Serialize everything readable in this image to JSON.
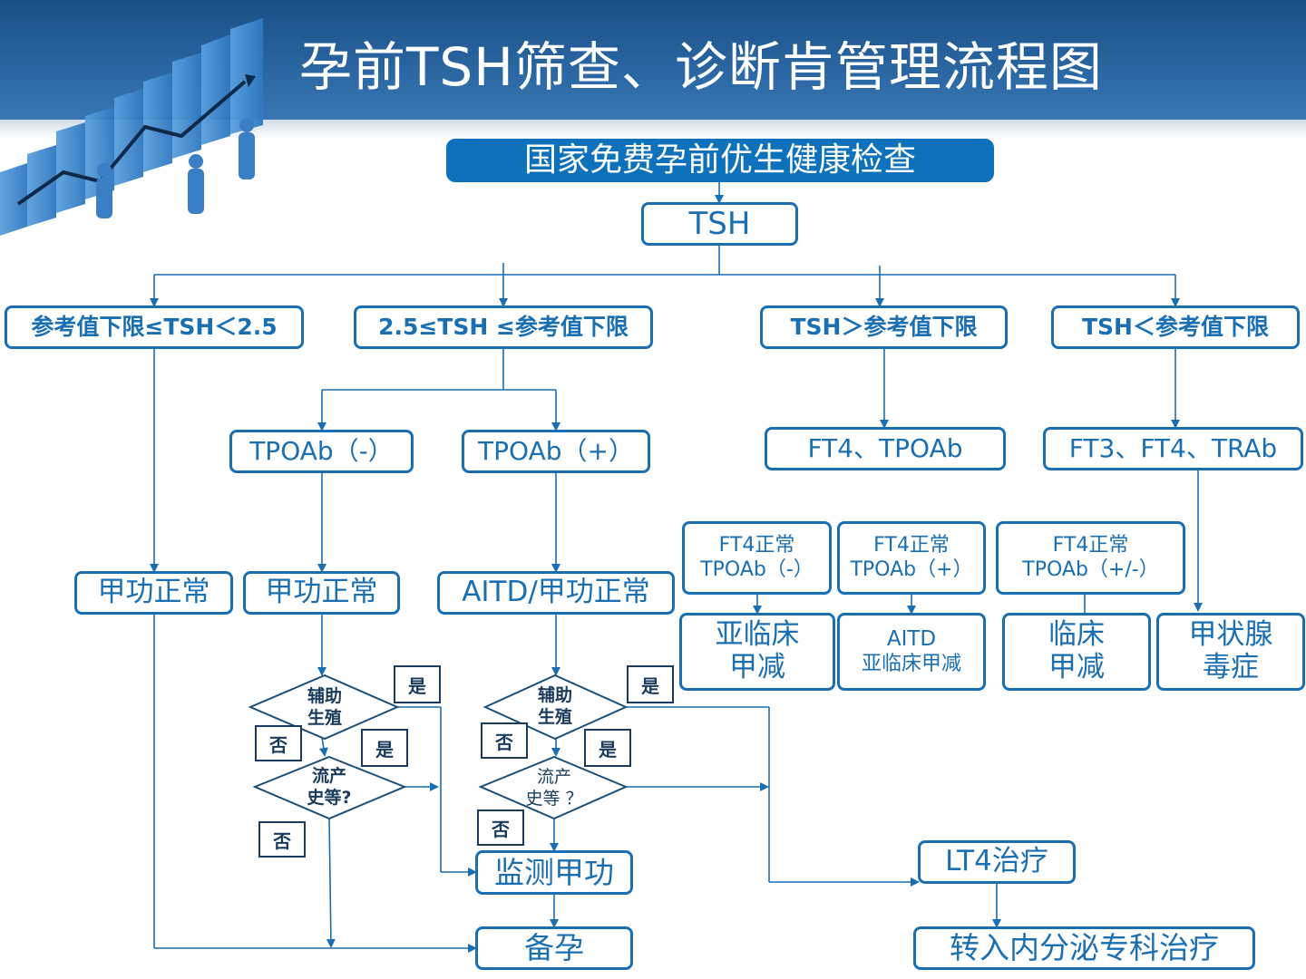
{
  "title": "孕前TSH筛查、诊断肯管理流程图",
  "colors": {
    "accent": "#1a6fb3",
    "fill": "#0d71bc",
    "header": "#1f5a95",
    "tag": "#1a3b5c"
  },
  "nodes": {
    "start": "国家免费孕前优生健康检查",
    "tsh": "TSH",
    "range1": "参考值下限≤TSH＜2.5",
    "range2": "2.5≤TSH ≤参考值下限",
    "range3": "TSH＞参考值下限",
    "range4": "TSH＜参考值下限",
    "tpoab_neg": "TPOAb（-）",
    "tpoab_pos": "TPOAb（+）",
    "ft4_tpoab": "FT4、TPOAb",
    "ft3_ft4_trab": "FT3、FT4、TRAb",
    "normal1": "甲功正常",
    "normal2": "甲功正常",
    "aitd_normal": "AITD/甲功正常",
    "sub_a": {
      "l1": "FT4正常",
      "l2": "TPOAb（-）"
    },
    "sub_b": {
      "l1": "FT4正常",
      "l2": "TPOAb（+）"
    },
    "sub_c": {
      "l1": "FT4正常",
      "l2": "TPOAb（+/-）"
    },
    "res_subclin": {
      "l1": "亚临床",
      "l2": "甲减"
    },
    "res_aitd": {
      "l1": "AITD",
      "l2": "亚临床甲减"
    },
    "res_clin": {
      "l1": "临床",
      "l2": "甲减"
    },
    "res_thyro": {
      "l1": "甲状腺",
      "l2": "毒症"
    },
    "d1_assist": {
      "l1": "辅助",
      "l2": "生殖"
    },
    "d1_abort": {
      "l1": "流产",
      "l2": "史等?"
    },
    "d2_assist": {
      "l1": "辅助",
      "l2": "生殖"
    },
    "d2_abort": {
      "l1": "流产",
      "l2": "史等 ？"
    },
    "monitor": "监测甲功",
    "prepare": "备孕",
    "lt4": "LT4治疗",
    "refer": "转入内分泌专科治疗"
  },
  "tags": {
    "yes": "是",
    "no": "否"
  }
}
